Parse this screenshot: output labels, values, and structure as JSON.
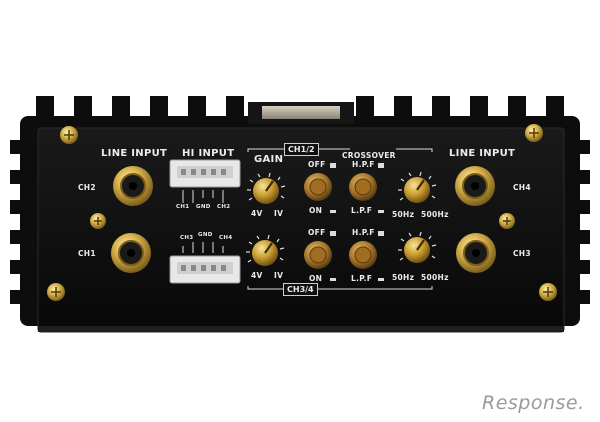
{
  "labels": {
    "ch12": "CH1/2",
    "ch34": "CH3/4",
    "line_input_left": "LINE INPUT",
    "line_input_right": "LINE INPUT",
    "hi_input": "HI INPUT",
    "gain": "GAIN",
    "crossover": "CROSSOVER",
    "ch2": "CH2",
    "ch1": "CH1",
    "ch4": "CH4",
    "ch3": "CH3",
    "off_top": "OFF",
    "on_top": "ON",
    "hpf_top": "H.P.F",
    "lpf_top": "L.P.F",
    "off_bot": "OFF",
    "on_bot": "ON",
    "hpf_bot": "H.P.F",
    "lpf_bot": "L.P.F",
    "gain_min_top": "4V",
    "gain_max_top": "IV",
    "gain_min_bot": "4V",
    "gain_max_bot": "IV",
    "freq_lo_top": "50Hz",
    "freq_hi_top": "500Hz",
    "freq_lo_bot": "50Hz",
    "freq_hi_bot": "500Hz",
    "pin_ch1": "CH1",
    "pin_gnd_top": "GND",
    "pin_ch2": "CH2",
    "pin_ch3": "CH3",
    "pin_gnd_bot": "GND",
    "pin_ch4": "CH4"
  },
  "watermark": "Response.",
  "colors": {
    "panel": "#0e0e0e",
    "gold": "#c9a43a",
    "label": "#ececec"
  }
}
